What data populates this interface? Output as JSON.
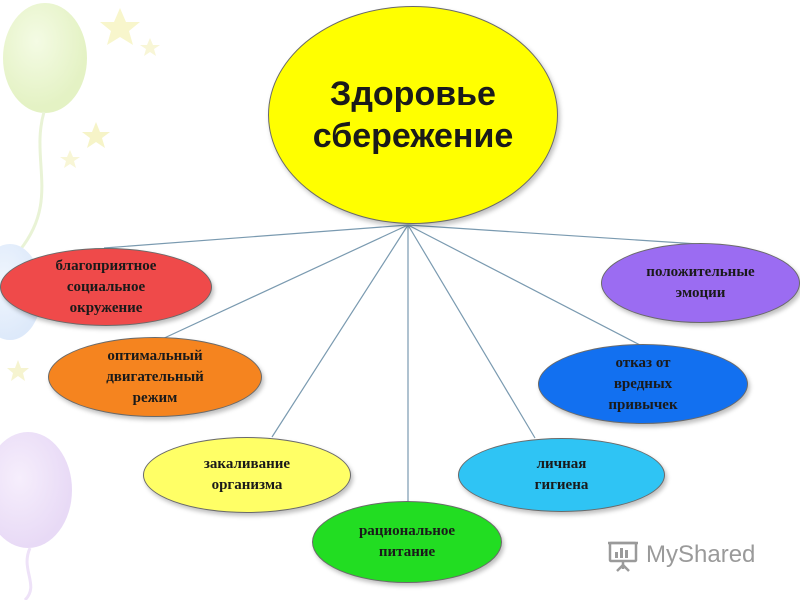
{
  "diagram": {
    "center": {
      "label": "Здоровье\nсбережение",
      "color": "#ffff00"
    },
    "branches": [
      {
        "id": "social",
        "label": "благоприятное\nсоциальное\nокружение",
        "color": "#ef4a4a"
      },
      {
        "id": "motion",
        "label": "оптимальный\nдвигательный\nрежим",
        "color": "#f5841f"
      },
      {
        "id": "harden",
        "label": "закаливание\nорганизма",
        "color": "#ffff66"
      },
      {
        "id": "food",
        "label": "рациональное\nпитание",
        "color": "#22dd22"
      },
      {
        "id": "hygiene",
        "label": "личная\nгигиена",
        "color": "#2fc4f4"
      },
      {
        "id": "habits",
        "label": "отказ от\nвредных\nпривычек",
        "color": "#1270f0"
      },
      {
        "id": "emotions",
        "label": "положительные\nэмоции",
        "color": "#9b6cf2"
      }
    ]
  },
  "watermark": {
    "text": "MyShared",
    "icon": "presentation-board-icon"
  }
}
